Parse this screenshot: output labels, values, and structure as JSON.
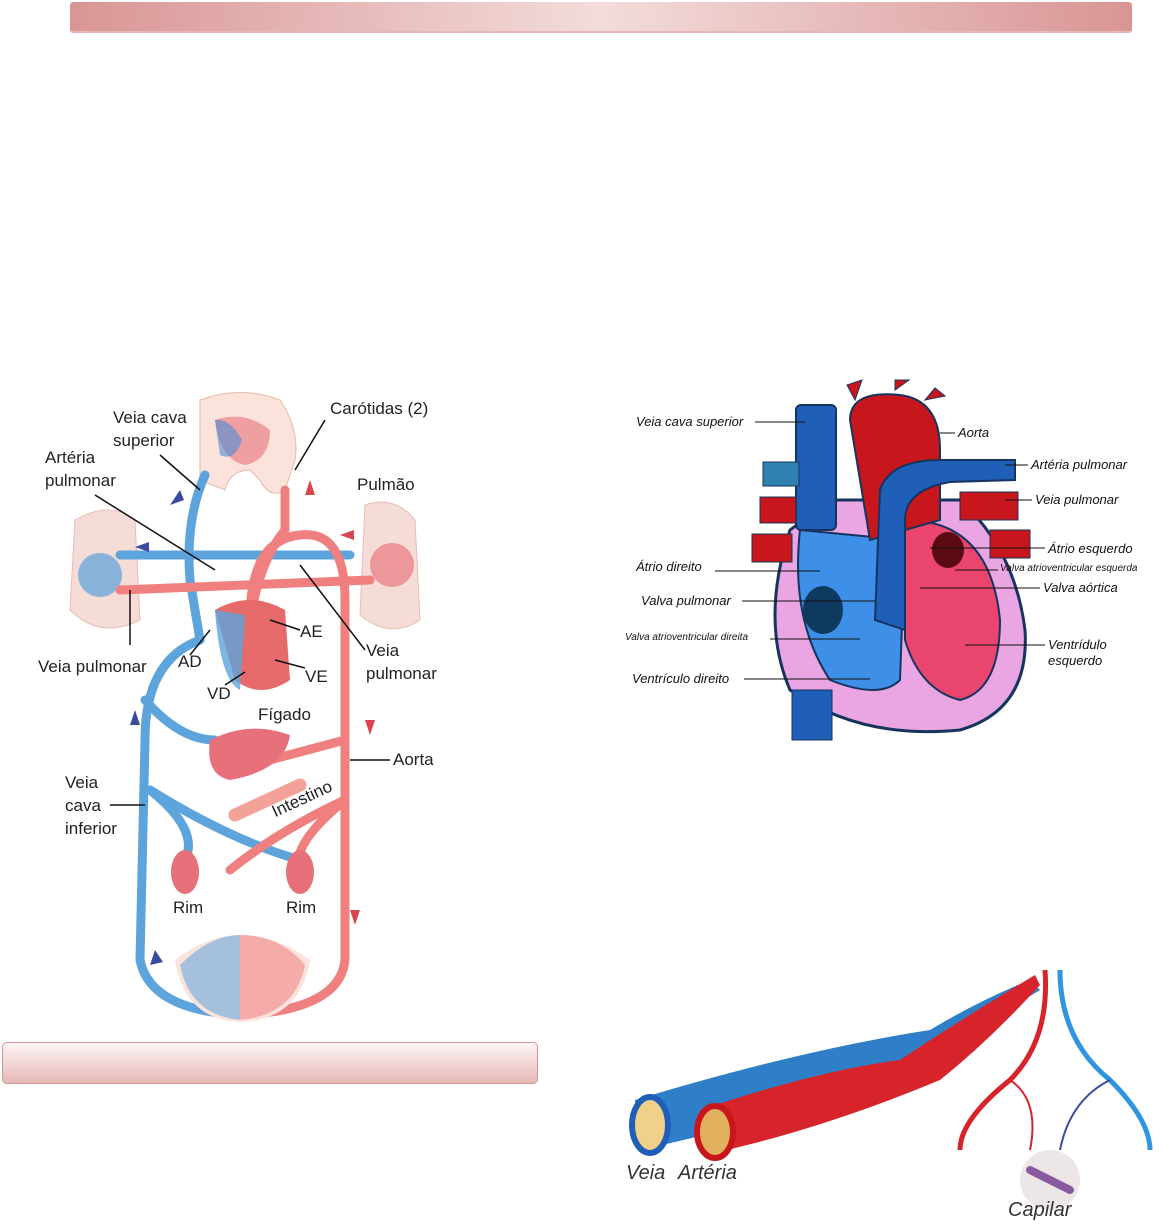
{
  "circulation_diagram": {
    "labels": {
      "veia_cava_superior": [
        "Veia cava",
        "superior"
      ],
      "carotidas": "Carótidas (2)",
      "arteria_pulmonar": [
        "Artéria",
        "pulmonar"
      ],
      "pulmao": "Pulmão",
      "veia_pulmonar_left": "Veia pulmonar",
      "ad": "AD",
      "ae": "AE",
      "vd": "VD",
      "ve": "VE",
      "veia_pulmonar_right": [
        "Veia",
        "pulmonar"
      ],
      "figado": "Fígado",
      "aorta": "Aorta",
      "veia_cava_inferior": [
        "Veia",
        "cava",
        "inferior"
      ],
      "intestino": "Intestino",
      "rim_left": "Rim",
      "rim_right": "Rim"
    }
  },
  "heart_diagram": {
    "labels": {
      "veia_cava_superior": "Veia cava superior",
      "aorta": "Aorta",
      "arteria_pulmonar": "Artéria pulmonar",
      "veia_pulmonar": "Veia pulmonar",
      "atrio_esquerdo": "Átrio esquerdo",
      "atrio_direito": "Átrio direito",
      "valva_av_esquerda": "Valva atrioventricular esquerda",
      "valva_aortica": "Valva aórtica",
      "valva_pulmonar": "Valva pulmonar",
      "valva_av_direita": "Valva atrioventricular direita",
      "ventriculo_esquerdo": [
        "Ventrídulo",
        "esquerdo"
      ],
      "ventriculo_direito": "Ventrículo direito"
    }
  },
  "vessels_diagram": {
    "labels": {
      "veia": "Veia",
      "arteria": "Artéria",
      "capilar": "Capilar"
    }
  }
}
